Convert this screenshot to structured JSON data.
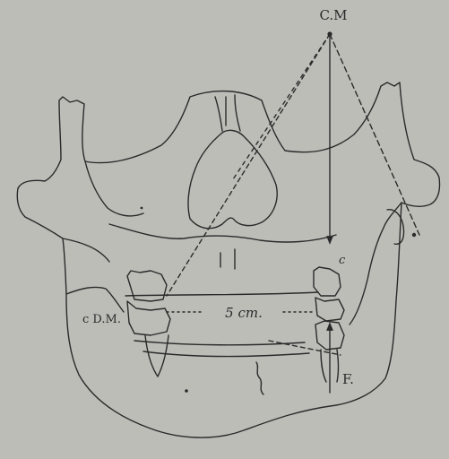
{
  "figure": {
    "labels": {
      "cm": "C.M",
      "c": "c",
      "cdm": "c D.M.",
      "distance": "5 cm.",
      "force": "F."
    },
    "colors": {
      "paper": "#bdbdb8",
      "ink": "#2a2a2a"
    }
  }
}
